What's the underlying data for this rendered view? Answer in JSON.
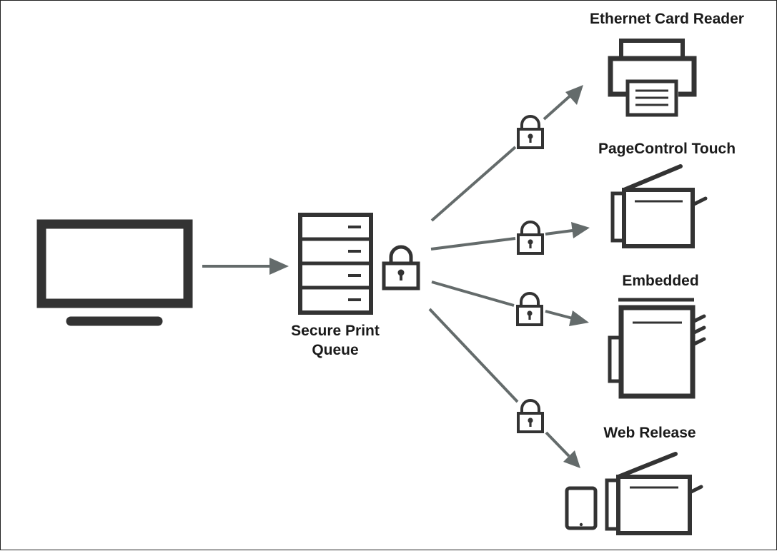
{
  "colors": {
    "icon": "#333333",
    "arrow": "#646b6b",
    "background": "#ffffff"
  },
  "icons": {
    "source": "monitor-icon",
    "queue": "server-icon",
    "lock": "padlock-icon",
    "destinations": [
      "printer-icon",
      "mfp-icon",
      "copier-icon",
      "tablet-icon",
      "mfp-icon"
    ]
  },
  "queue": {
    "label_line1": "Secure Print",
    "label_line2": "Queue"
  },
  "destinations": [
    {
      "label": "Ethernet Card Reader"
    },
    {
      "label": "PageControl Touch"
    },
    {
      "label": "Embedded"
    },
    {
      "label": "Web Release"
    }
  ]
}
